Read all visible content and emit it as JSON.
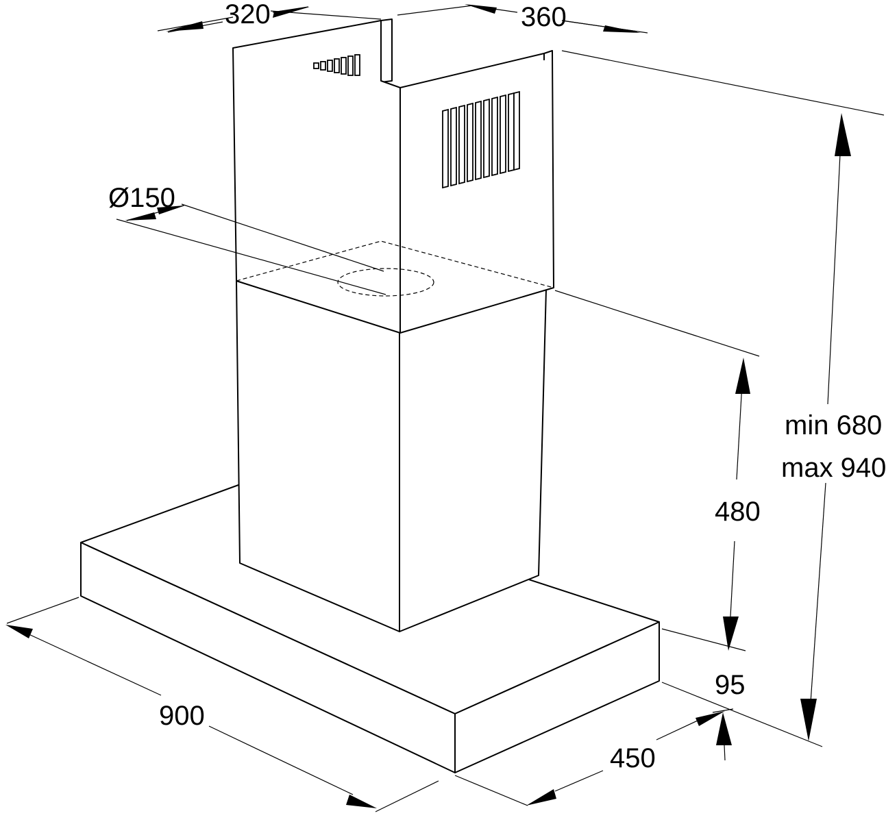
{
  "dimensions": {
    "chimney_depth": "320",
    "chimney_width": "360",
    "outlet_diameter": "Ø150",
    "height_range_min": "min 680",
    "height_range_max": "max 940",
    "lower_chimney_height": "480",
    "canopy_height": "95",
    "canopy_depth": "450",
    "canopy_width": "900"
  },
  "colors": {
    "line": "#000000",
    "background": "#ffffff"
  }
}
